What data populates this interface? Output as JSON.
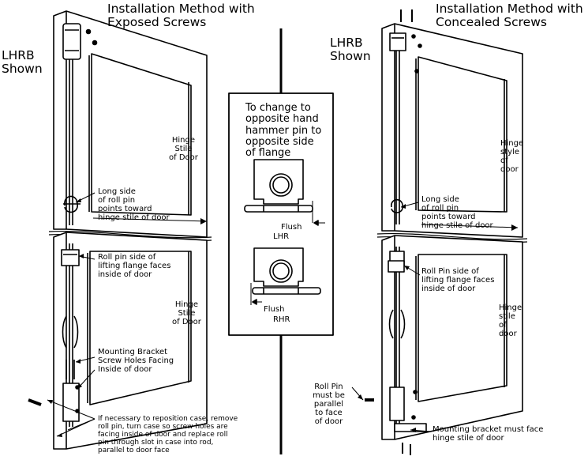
{
  "left_panel": {
    "title": "Installation Method with\nExposed Screws",
    "shown_label": "LHRB\nShown",
    "hinge_upper": "Hinge\nStile\nof Door",
    "hinge_lower": "Hinge\nStile\nof Door",
    "callout_roll_pin": "Long side\nof roll pin\npoints toward\nhinge stile of door",
    "callout_flange": "Roll pin side of\nlifting flange faces\ninside of door",
    "callout_bracket": "Mounting Bracket\nScrew Holes Facing\nInside of door",
    "callout_reposition": "If necessary to reposition case, remove\nroll pin, turn case so screw holes are\nfacing inside of door and replace roll\npin through slot in case into rod,\nparallel to door face"
  },
  "center_box": {
    "instruction": "To change to\nopposite hand\nhammer pin to\nopposite side\nof flange",
    "flush_top": "Flush",
    "lhr_label": "LHR",
    "flush_bottom": "Flush",
    "rhr_label": "RHR"
  },
  "right_panel": {
    "title": "Installation Method with\nConcealed Screws",
    "shown_label": "LHRB\nShown",
    "hinge_upper": "Hinge\nstyle\nof\ndoor",
    "hinge_lower": "Hinge\nstile\nof\ndoor",
    "callout_roll_pin": "Long side\nof roll pin\npoints toward\nhinge stile of door",
    "callout_flange": "Roll Pin side of\nlifting flange faces\ninside of door",
    "callout_parallel": "Roll Pin\nmust be\nparallel\nto face\nof door",
    "callout_bracket": "Mounting bracket must face\nhinge stile of door"
  }
}
